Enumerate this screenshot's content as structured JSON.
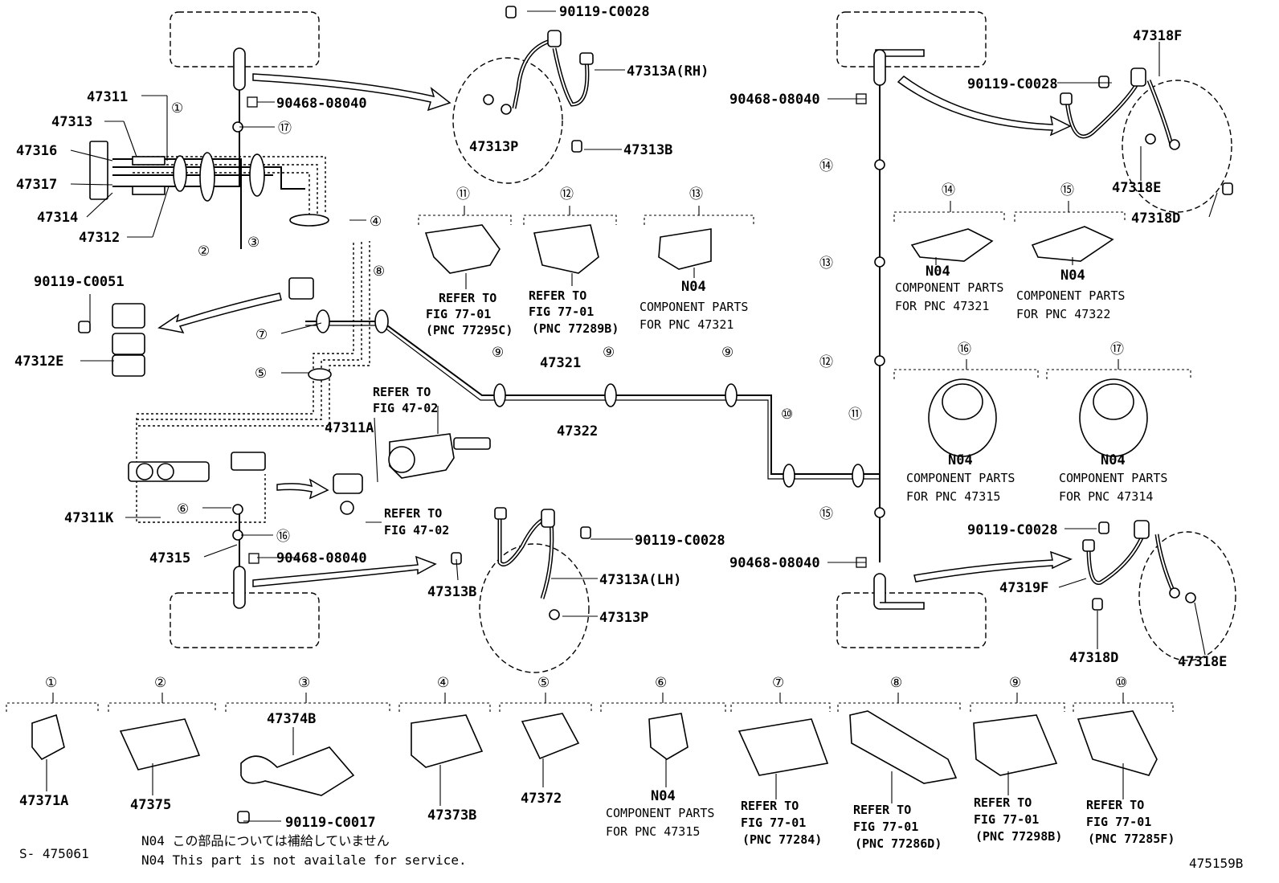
{
  "callouts": {
    "p90119_c0028_a": "90119-C0028",
    "p47313a_rh": "47313A(RH)",
    "p90468_08040_a": "90468-08040",
    "p47311": "47311",
    "p47313": "47313",
    "p47316": "47316",
    "p47317": "47317",
    "p47314": "47314",
    "p47312": "47312",
    "p47313p_a": "47313P",
    "p47313b_a": "47313B",
    "p90119_c0051": "90119-C0051",
    "p47312e": "47312E",
    "p47321": "47321",
    "p47322": "47322",
    "p47311a": "47311A",
    "p47311k": "47311K",
    "p47315": "47315",
    "p90468_08040_b": "90468-08040",
    "p47313b_b": "47313B",
    "p90119_c0028_b": "90119-C0028",
    "p47313a_lh": "47313A(LH)",
    "p47313p_b": "47313P",
    "p47318f": "47318F",
    "p90119_c0028_c": "90119-C0028",
    "p90468_08040_c": "90468-08040",
    "p47318e_a": "47318E",
    "p47318d_a": "47318D",
    "p90119_c0028_d": "90119-C0028",
    "p90468_08040_d": "90468-08040",
    "p47319f": "47319F",
    "p47318d_b": "47318D",
    "p47318e_b": "47318E",
    "p47374b": "47374B",
    "p90119_c0017": "90119-C0017",
    "p47371a": "47371A",
    "p47375": "47375",
    "p47373b": "47373B",
    "p47372": "47372"
  },
  "refer": {
    "refer_to": "REFER TO",
    "fig_77_01": "FIG 77-01",
    "fig_47_02": "FIG 47-02",
    "pnc_77295c": "(PNC 77295C)",
    "pnc_77289b": "(PNC 77289B)",
    "pnc_77284": "(PNC 77284)",
    "pnc_77286d": "(PNC 77286D)",
    "pnc_77298b": "(PNC 77298B)",
    "pnc_77285f": "(PNC 77285F)"
  },
  "component": {
    "n04": "N04",
    "component_parts": "COMPONENT PARTS",
    "for_47321": "FOR PNC 47321",
    "for_47322": "FOR PNC 47322",
    "for_47315": "FOR PNC 47315",
    "for_47314": "FOR PNC 47314"
  },
  "markers": [
    "①",
    "②",
    "③",
    "④",
    "⑤",
    "⑥",
    "⑦",
    "⑧",
    "⑨",
    "⑩",
    "⑪",
    "⑫",
    "⑬",
    "⑭",
    "⑮",
    "⑯",
    "⑰"
  ],
  "footer": {
    "note_jp": "N04 この部品については補給していません",
    "note_en": "N04 This part is not availale for service.",
    "sheet_id": "S- 475061",
    "diagram_id": "475159B"
  }
}
